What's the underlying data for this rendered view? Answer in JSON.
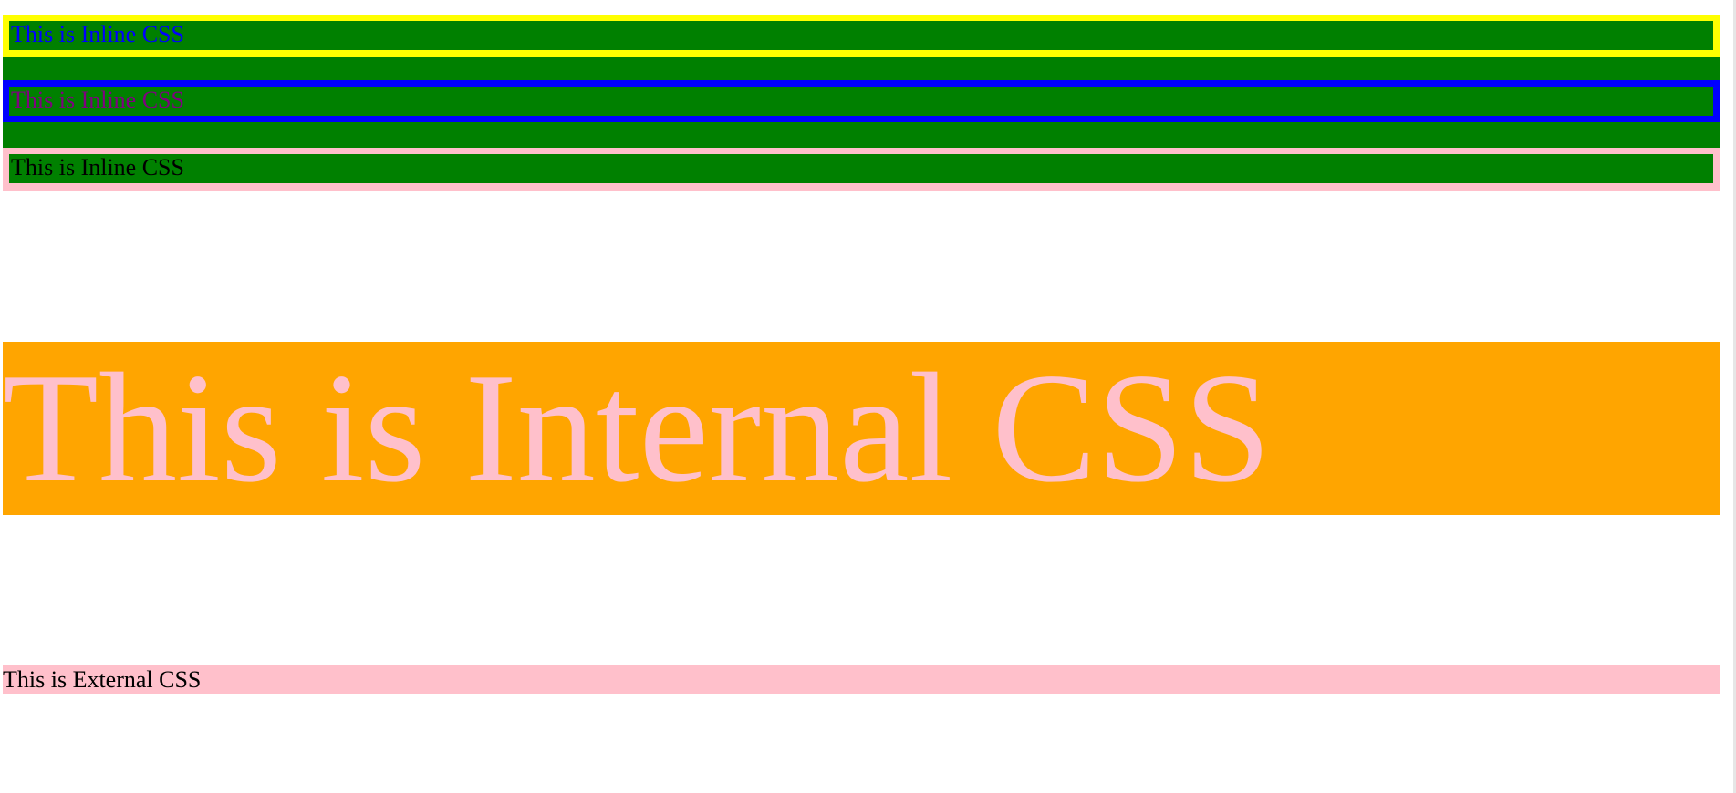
{
  "inline_css": [
    {
      "text": "This is Inline CSS",
      "border_color": "#ffff00",
      "background": "#008000",
      "text_color": "#0000ff"
    },
    {
      "text": "This is Inline CSS",
      "border_color": "#0000ff",
      "background": "#008000",
      "text_color": "#800080"
    },
    {
      "text": "This is Inline CSS",
      "border_color": "#ffc0cb",
      "background": "#008000",
      "text_color": "#000000"
    }
  ],
  "internal_css": {
    "text": "This is Internal CSS",
    "background": "#ffa500",
    "text_color": "#ffc0cb"
  },
  "external_css": {
    "text": "This is External CSS",
    "background": "#ffc0cb",
    "text_color": "#000000"
  }
}
